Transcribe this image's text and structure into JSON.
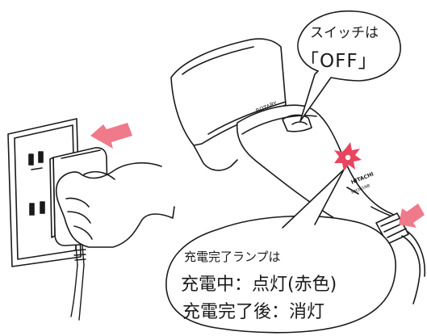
{
  "switch_callout": {
    "line1": "スイッチは",
    "line2": "「OFF」"
  },
  "lamp_callout": {
    "title": "充電完了ランプは",
    "charging": "充電中：点灯(赤色)",
    "complete": "充電完了後：消灯"
  },
  "device": {
    "brand": "HITACHI",
    "head_label": "ROTARY",
    "model": "RM365NB"
  },
  "colors": {
    "arrow": "#ee7a8a",
    "lamp_burst": "#e8455e",
    "outline": "#1a1a1a"
  }
}
